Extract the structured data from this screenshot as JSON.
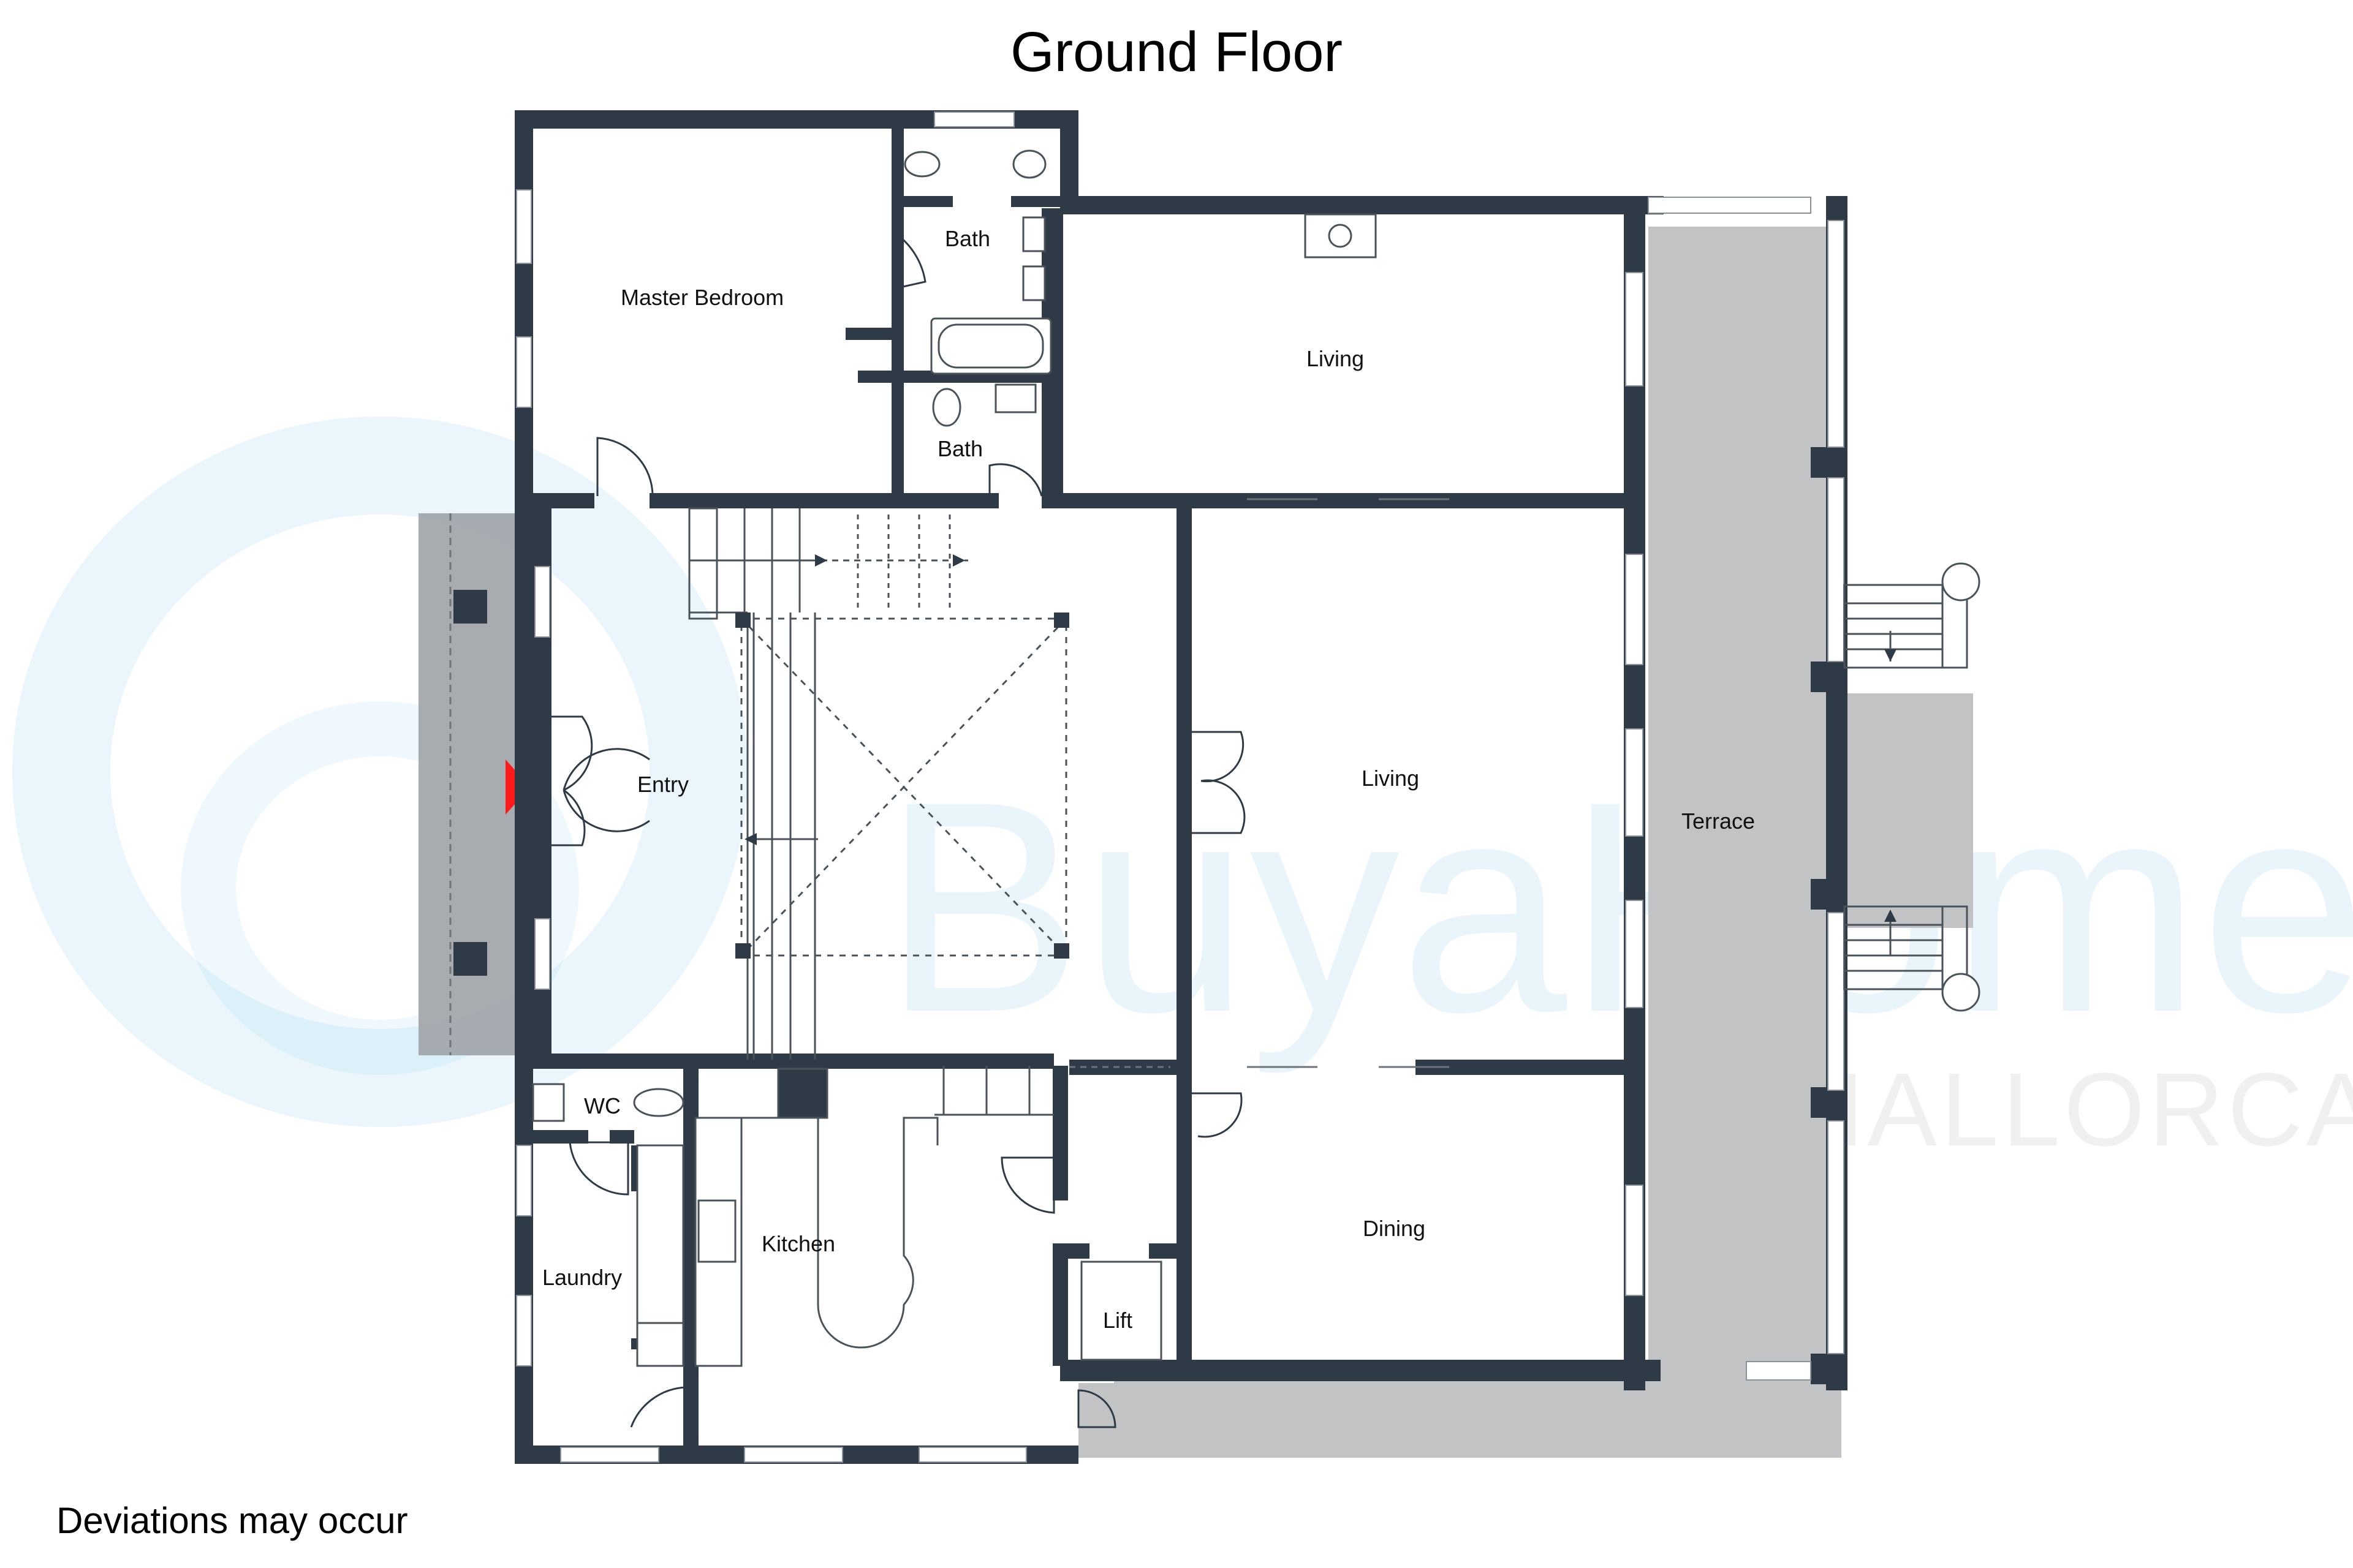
{
  "title": "Ground Floor",
  "footer_note": "Deviations may occur",
  "watermark": {
    "brand": "BuyaHome",
    "region": "MALLORCA"
  },
  "rooms": {
    "master_bedroom": "Master Bedroom",
    "bath_upper": "Bath",
    "bath_lower": "Bath",
    "living_upper": "Living",
    "living_main": "Living",
    "entry": "Entry",
    "terrace": "Terrace",
    "wc": "WC",
    "kitchen": "Kitchen",
    "laundry": "Laundry",
    "lift": "Lift",
    "dining": "Dining"
  },
  "colors": {
    "wall": "#2e3a46",
    "terrace_fill": "#c2c3c5",
    "porch_fill": "#9ea3a8",
    "entry_arrow": "#ff1a1a",
    "watermark": "#5fb6e4"
  }
}
